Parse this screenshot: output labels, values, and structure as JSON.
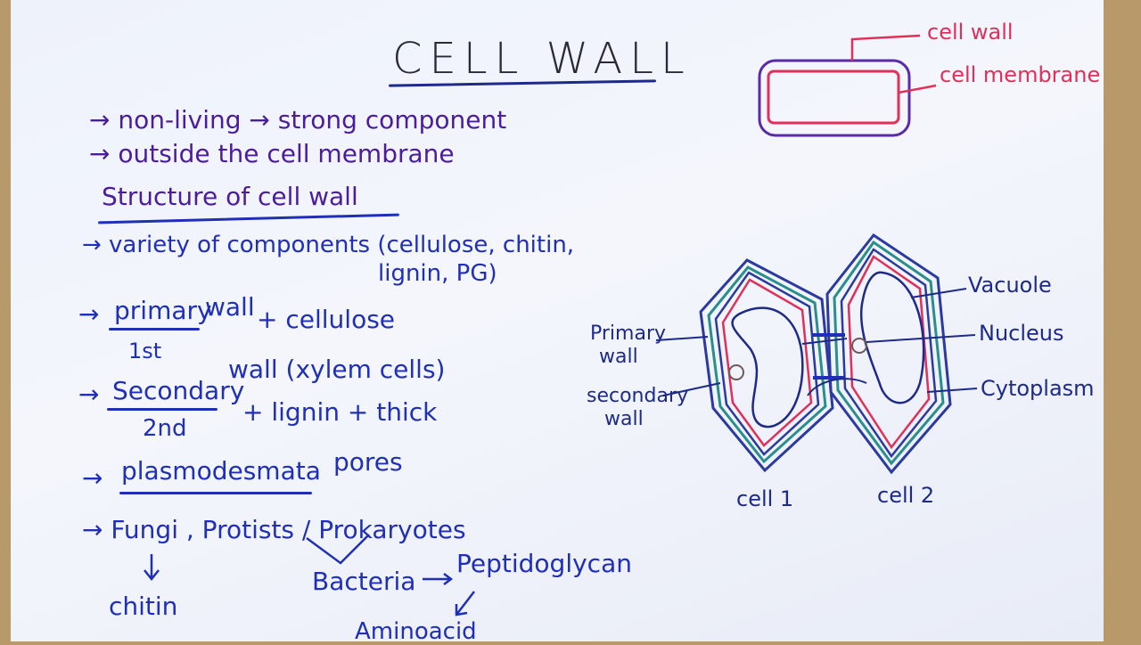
{
  "title": "CELL WALL",
  "notes": {
    "line1": "→ non-living  → strong component",
    "line2": "→ outside  the  cell membrane",
    "heading": "Structure of cell wall",
    "variety": "→ variety of components (cellulose, chitin,",
    "variety2": "lignin, PG)",
    "primary_arrow": "→",
    "primary_word": "primary",
    "primary_rest": "wall",
    "primary_plus": "+ cellulose",
    "primary_sub": "1st",
    "secondary_arrow": "→",
    "secondary_word": "Secondary",
    "secondary_rest": "wall (xylem cells)",
    "secondary_sub": "2nd",
    "secondary_plus": "+ lignin + thick",
    "plasmo_arrow": "→",
    "plasmo_word": "plasmodesmata",
    "plasmo_rest": "pores",
    "fungi_line": "→ Fungi ,  Protists / Prokaryotes",
    "chitin": "chitin",
    "bacteria": "Bacteria",
    "peptido": "Peptidoglycan",
    "amino": "Aminoacid"
  },
  "top_diagram": {
    "cell_wall": "cell wall",
    "cell_membrane": "cell membrane"
  },
  "plant_diagram": {
    "primary": "Primary",
    "primary_wall": "wall",
    "secondary": "secondary",
    "secondary_wall": "wall",
    "vacuole": "Vacuole",
    "nucleus": "Nucleus",
    "cytoplasm": "Cytoplasm",
    "cell1": "cell 1",
    "cell2": "cell 2"
  },
  "colors": {
    "purple": "#4b1d9e",
    "blue": "#1f2fb8",
    "red": "#e0305a",
    "teal": "#2a8f8a"
  }
}
